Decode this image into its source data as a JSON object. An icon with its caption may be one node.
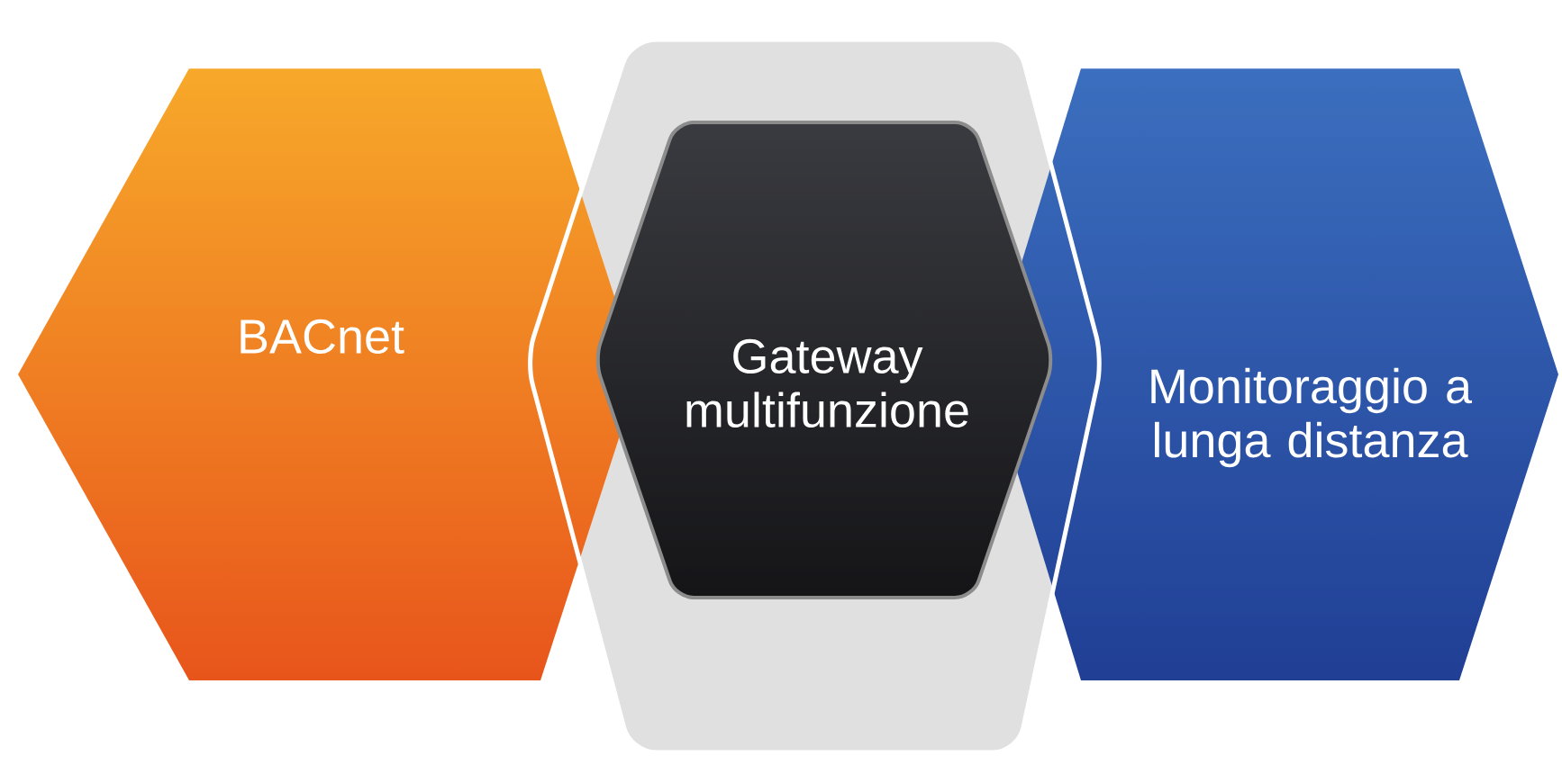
{
  "diagram": {
    "nodes": [
      {
        "text": [
          "BACnet"
        ]
      },
      {
        "text": [
          "Gateway multifunzione"
        ]
      },
      {
        "text": [
          "Monitoraggio a lunga distanza"
        ]
      }
    ]
  }
}
